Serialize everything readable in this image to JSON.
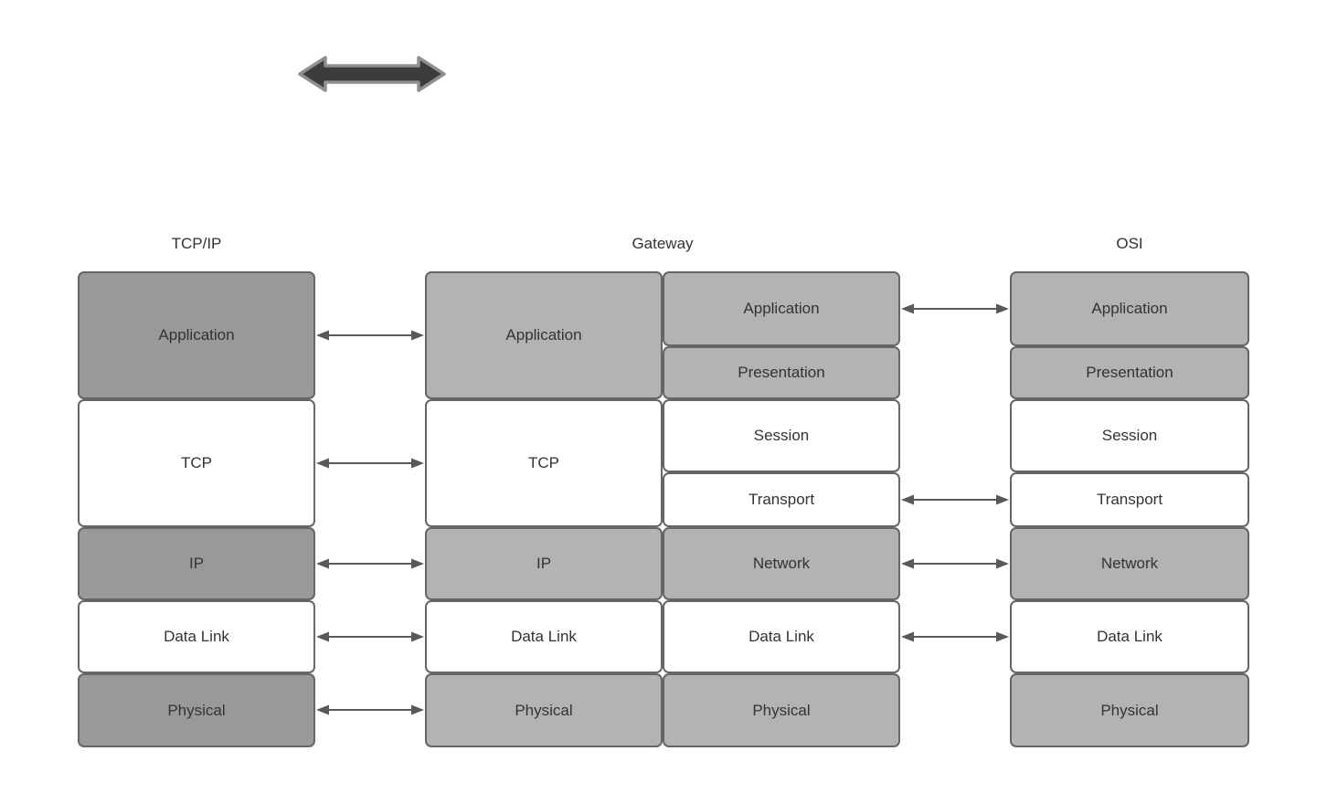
{
  "headers": {
    "tcpip": "TCP/IP",
    "gateway": "Gateway",
    "osi": "OSI"
  },
  "stacks": {
    "tcpip": {
      "rows": [
        {
          "label": "Application"
        },
        {
          "label": "TCP"
        },
        {
          "label": "IP"
        },
        {
          "label": "Data Link"
        },
        {
          "label": "Physical"
        }
      ]
    },
    "gateway_left": {
      "rows": [
        {
          "label": "Application"
        },
        {
          "label": "TCP"
        },
        {
          "label": "IP"
        },
        {
          "label": "Data Link"
        },
        {
          "label": "Physical"
        }
      ]
    },
    "gateway_right": {
      "rows": [
        {
          "label": "Application"
        },
        {
          "label": "Presentation"
        },
        {
          "label": "Session"
        },
        {
          "label": "Transport"
        },
        {
          "label": "Network"
        },
        {
          "label": "Data Link"
        },
        {
          "label": "Physical"
        }
      ]
    },
    "osi": {
      "rows": [
        {
          "label": "Application"
        },
        {
          "label": "Presentation"
        },
        {
          "label": "Session"
        },
        {
          "label": "Transport"
        },
        {
          "label": "Network"
        },
        {
          "label": "Data Link"
        },
        {
          "label": "Physical"
        }
      ]
    }
  },
  "connections": {
    "tcpip_gateway": [
      "Application",
      "TCP",
      "IP",
      "Data Link",
      "Physical"
    ],
    "gateway_osi": [
      "Application",
      "Transport",
      "Network",
      "Data Link"
    ]
  },
  "colors": {
    "box_dark": "#999999",
    "box_light": "#b3b3b3",
    "box_white": "#ffffff",
    "border": "#666666",
    "arrow_line": "#595959",
    "text": "#333333",
    "top_arrow_fill": "#3c3c3c",
    "top_arrow_outline": "#8f8f8f"
  }
}
